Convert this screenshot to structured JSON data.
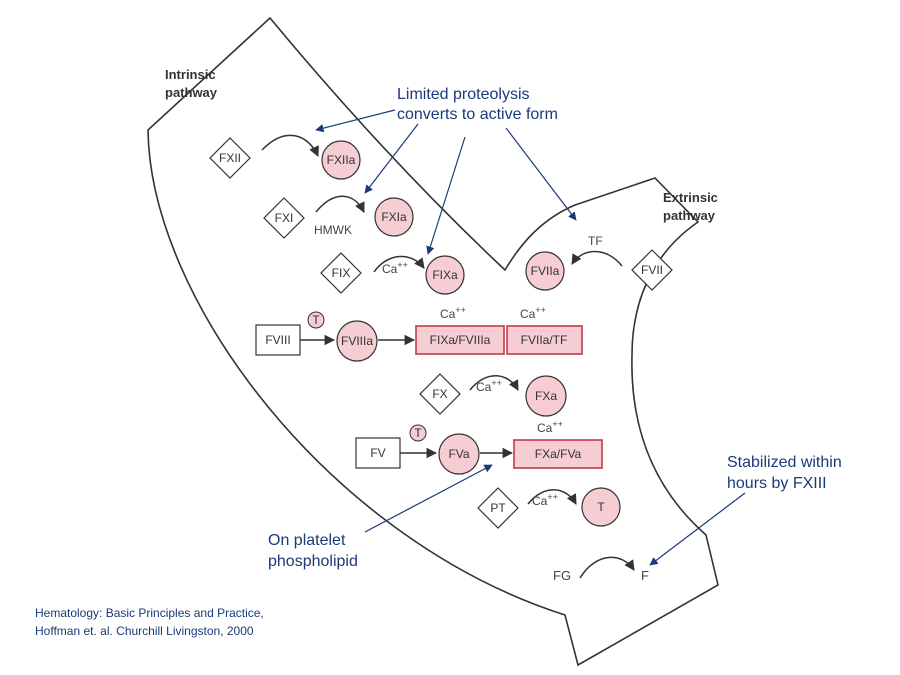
{
  "pathways": {
    "intrinsic": [
      "Intrinsic",
      "pathway"
    ],
    "extrinsic": [
      "Extrinsic",
      "pathway"
    ]
  },
  "annotations": {
    "proteolysis": [
      "Limited proteolysis",
      "converts to active form"
    ],
    "stabilized": [
      "Stabilized within",
      "hours by FXIII"
    ],
    "platelet": [
      "On platelet",
      "phospholipid"
    ]
  },
  "inactive_factors": {
    "fxii": "FXII",
    "fxi": "FXI",
    "fix": "FIX",
    "fvii": "FVII",
    "fx": "FX",
    "pt": "PT",
    "fviii": "FVIII",
    "fv": "FV",
    "fg": "FG"
  },
  "active_factors": {
    "fxiia": "FXIIa",
    "fxia": "FXIa",
    "fixa": "FIXa",
    "fviia": "FVIIa",
    "fviiia": "FVIIIa",
    "fxa": "FXa",
    "fva": "FVa",
    "t": "T",
    "f": "F"
  },
  "complexes": {
    "tenase": "FIXa/FVIIIa",
    "tf_complex": "FVIIa/TF",
    "prothrombinase": "FXa/FVa"
  },
  "cofactors": {
    "hmwk": "HMWK",
    "tf": "TF",
    "ca": "Ca",
    "ca_sup": "++",
    "thrombin_marker": "T"
  },
  "citation": [
    "Hematology: Basic Principles and Practice,",
    "Hoffman et. al. Churchill Livingston, 2000"
  ],
  "colors": {
    "active_fill": "#f6cdd2",
    "complex_border": "#c23b49",
    "annotation_text": "#1a3a78",
    "outline": "#333333"
  }
}
